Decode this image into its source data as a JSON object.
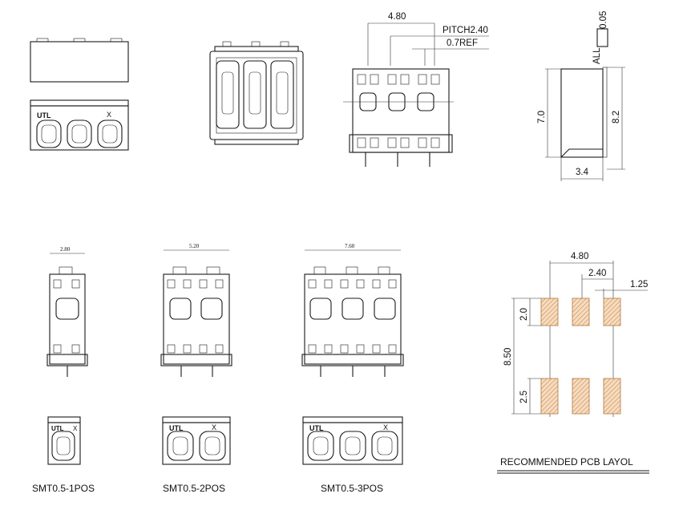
{
  "side_view": {
    "dim_width": "4.80",
    "dim_pitch": "PITCH2.40",
    "dim_ref": "0.7REF",
    "dim_height_body": "7.0",
    "dim_height_total": "8.2",
    "dim_depth": "3.4",
    "flatness_all": "ALL",
    "flatness_value": "0.05"
  },
  "top_view": {
    "brand_text": "UTL",
    "mark_text": "X"
  },
  "variants": [
    {
      "name": "SMT0.5-1POS",
      "width_dim": "2.80",
      "brand_text": "UTL",
      "mark_text": "X"
    },
    {
      "name": "SMT0.5-2POS",
      "width_dim": "5.20",
      "brand_text": "UTL",
      "mark_text": "X"
    },
    {
      "name": "SMT0.5-3POS",
      "width_dim": "7.60",
      "brand_text": "UTL",
      "mark_text": "X"
    }
  ],
  "pcb_layout": {
    "title": "RECOMMENDED PCB LAYOL",
    "dim_total": "4.80",
    "dim_pitch": "2.40",
    "dim_pad_width": "1.25",
    "dim_span": "8.50",
    "dim_pad_top": "2.0",
    "dim_pad_bottom": "2.5",
    "pad_color": "#d9a066"
  }
}
